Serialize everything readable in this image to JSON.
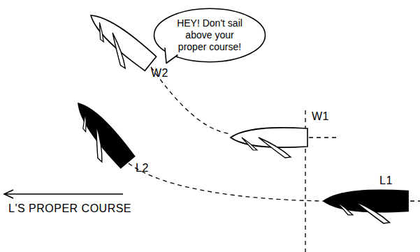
{
  "diagram": {
    "nodes": [
      {
        "text": [
          "HEY! Don't sail above your proper course!"
        ]
      }
    ],
    "labels": [
      "W2",
      "W1",
      "L2",
      "L1",
      "L'S PROPER COURSE"
    ]
  }
}
